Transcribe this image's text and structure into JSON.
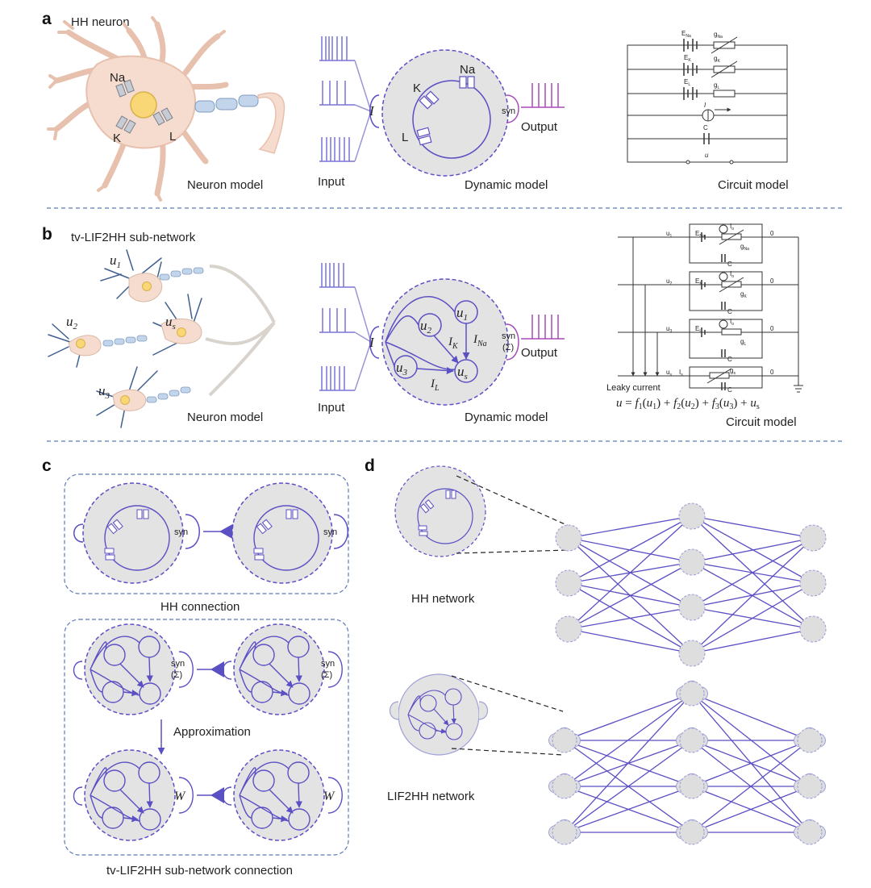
{
  "panels": {
    "a": {
      "letter": "a",
      "title": "HH neuron",
      "neuron_label": "Neuron model",
      "input_label": "Input",
      "dynamic_label": "Dynamic model",
      "output_label": "Output",
      "circuit_label": "Circuit model",
      "ions": {
        "na": "Na",
        "k": "K",
        "l": "L"
      },
      "current": "I",
      "syn": "syn"
    },
    "b": {
      "letter": "b",
      "title": "tv-LIF2HH sub-network",
      "neuron_label": "Neuron model",
      "input_label": "Input",
      "dynamic_label": "Dynamic model",
      "output_label": "Output",
      "circuit_label": "Circuit model",
      "leaky": "Leaky current",
      "syn": "syn",
      "sigma": "(Σ)"
    },
    "c": {
      "letter": "c",
      "hh_connection": "HH connection",
      "approximation": "Approximation",
      "sub_connection": "tv-LIF2HH sub-network connection",
      "syn": "syn",
      "sigma": "(Σ)",
      "w": "W"
    },
    "d": {
      "letter": "d",
      "hh_network": "HH network",
      "lif_network": "LIF2HH network"
    }
  },
  "colors": {
    "purple": "#5b4fc4",
    "gray_fill": "#e3e3e3",
    "neuron_fill": "#f6dccf",
    "soma": "#f9d776",
    "myelin": "#c3d5ea",
    "dendrite_blue": "#3f5f91",
    "divider": "#5b7bb5",
    "output": "#a84bb7"
  }
}
